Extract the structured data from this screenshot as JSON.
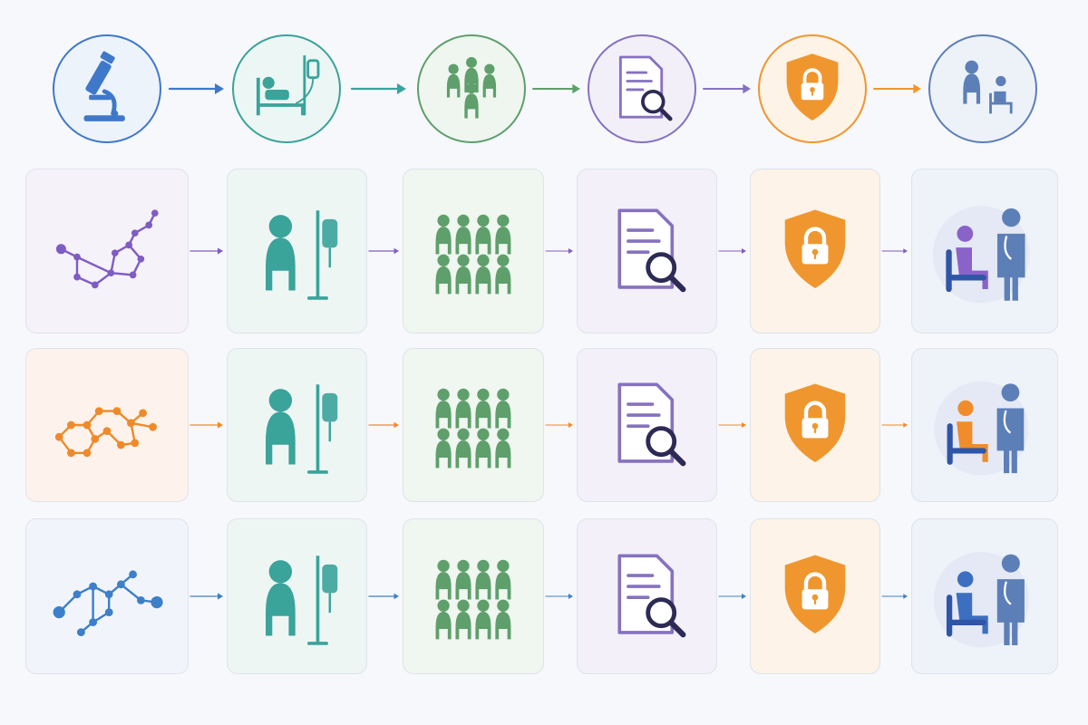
{
  "colors": {
    "blue": "#3f78c9",
    "teal": "#3aa39a",
    "green": "#5e9f6b",
    "purple": "#8671c0",
    "orange": "#f0962e",
    "slate": "#5d7fb8",
    "row_purple": "#7f5cc4",
    "row_orange": "#ef8a2a",
    "row_blue": "#3d7fc9"
  },
  "header_stages": [
    {
      "icon": "microscope-icon",
      "color": "blue",
      "fill": "#edf3fb"
    },
    {
      "icon": "hospital-bed-iv-icon",
      "color": "teal",
      "fill": "#ecf6f4"
    },
    {
      "icon": "patient-group-icon",
      "color": "green",
      "fill": "#eef6ef"
    },
    {
      "icon": "document-search-icon",
      "color": "purple",
      "fill": "#f2eff9"
    },
    {
      "icon": "shield-lock-icon",
      "color": "orange",
      "fill": "#fdf3e7"
    },
    {
      "icon": "doctor-patient-consult-icon",
      "color": "slate",
      "fill": "#edf2f9"
    }
  ],
  "rows": [
    {
      "molecule": "molecule-purple-icon",
      "accent": "row_purple",
      "molecule_fill": "#f5f2fa",
      "patient_color": "#8a63c9"
    },
    {
      "molecule": "molecule-orange-icon",
      "accent": "row_orange",
      "molecule_fill": "#fdf3ec",
      "patient_color": "#f08c2a"
    },
    {
      "molecule": "molecule-blue-icon",
      "accent": "row_blue",
      "molecule_fill": "#f1f5fb",
      "patient_color": "#3d6fc0"
    }
  ],
  "row_stages": [
    {
      "icon": "patient-iv-drip-icon",
      "color": "teal",
      "fill": "#eef6f4"
    },
    {
      "icon": "study-cohort-icon",
      "color": "green",
      "fill": "#f0f6f0"
    },
    {
      "icon": "document-review-icon",
      "color": "purple",
      "fill": "#f3f0fa"
    },
    {
      "icon": "shield-lock-icon",
      "color": "orange",
      "fill": "#fdf3e8"
    },
    {
      "icon": "doctor-patient-icon",
      "color": "slate",
      "fill": "#eef2f9"
    }
  ]
}
